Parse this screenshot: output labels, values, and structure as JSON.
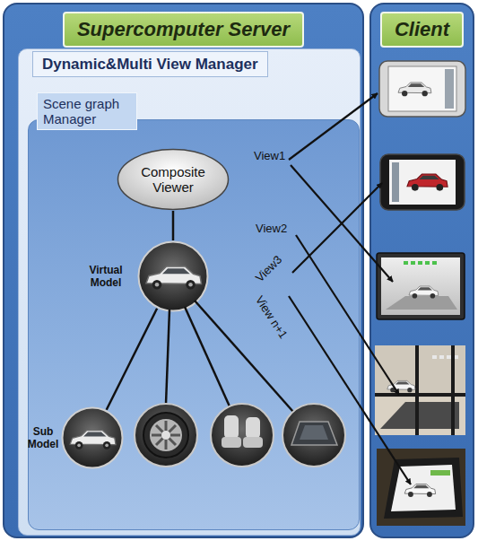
{
  "diagram": {
    "nodes": [
      {
        "text": [
          "Supercomputer Server"
        ]
      },
      {
        "text": [
          "Dynamic&Multi View Manager"
        ],
        "in": 0
      },
      {
        "text": [
          "Scene graph Manager"
        ],
        "in": 1
      },
      {
        "text": [
          "Composite Viewer"
        ],
        "in": 2
      },
      {
        "text": [
          "Virtual Model"
        ],
        "in": 2
      },
      {
        "text": [
          "Sub Model"
        ],
        "in": 2
      },
      {
        "text": [
          "Client"
        ]
      }
    ],
    "edges": [
      {
        "from": 3,
        "to": 4,
        "arrow": "none"
      },
      {
        "from": 4,
        "to": 5,
        "arrow": "none"
      }
    ],
    "labels": [
      "View1",
      "View2",
      "View3",
      "View n+1"
    ]
  }
}
